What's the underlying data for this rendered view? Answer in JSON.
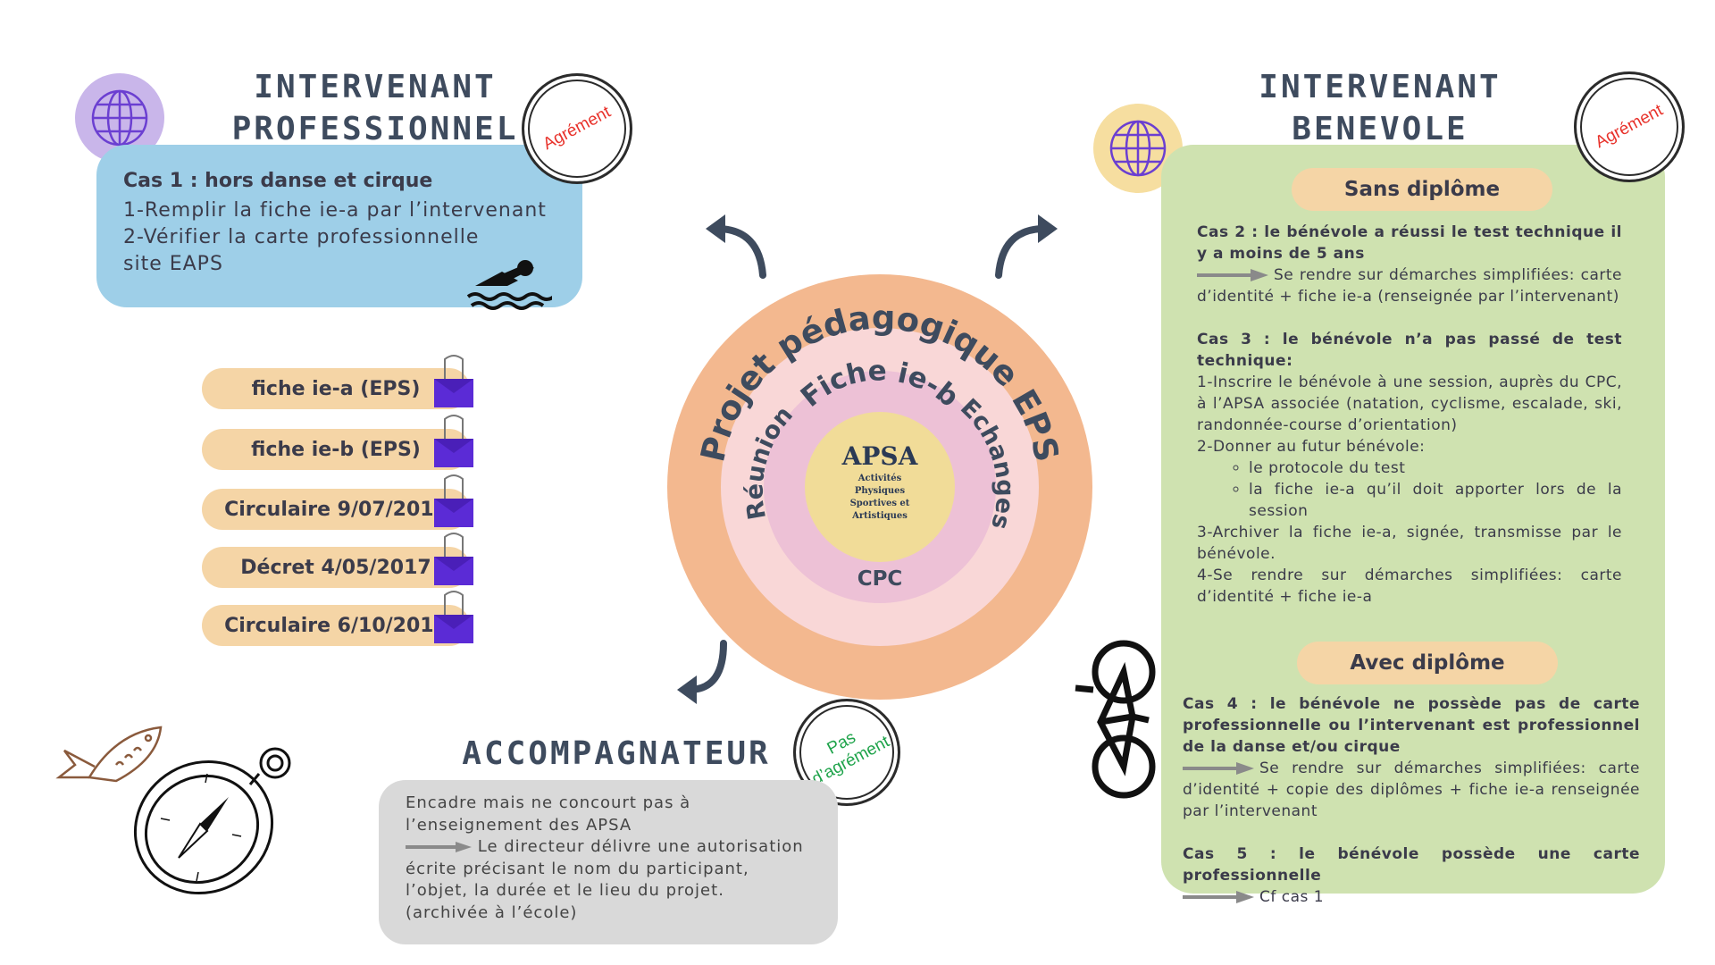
{
  "pro": {
    "heading_line1": "INTERVENANT",
    "heading_line2": "PROFESSIONNEL",
    "stamp": "Agrément",
    "case_title": "Cas 1 : hors danse et cirque",
    "line1": "1-Remplir la fiche ie-a par l’intervenant",
    "line2": "2-Vérifier la carte professionnelle",
    "line3": "site EAPS"
  },
  "documents": [
    "fiche ie-a (EPS)",
    "fiche ie-b (EPS)",
    "Circulaire 9/07/2014",
    "Décret 4/05/2017",
    "Circulaire 6/10/2017"
  ],
  "center": {
    "outer": "Projet pédagogique EPS",
    "ring2": "Fiche ie-b",
    "left": "Réunion",
    "right": "Echanges",
    "bottom": "CPC",
    "core_title": "APSA",
    "core_line1": "Activités",
    "core_line2": "Physiques",
    "core_line3": "Sportives et",
    "core_line4": "Artistiques"
  },
  "acc": {
    "heading": "ACCOMPAGNATEUR",
    "stamp_line1": "Pas",
    "stamp_line2": "d’agrément",
    "line1": "Encadre mais ne concourt pas à",
    "line2": "l’enseignement des APSA",
    "line3": "Le directeur délivre une autorisation",
    "line4": "écrite précisant le nom du participant,",
    "line5": "l’objet, la durée et le lieu du projet.",
    "line6": "(archivée à l’école)"
  },
  "ben": {
    "heading_line1": "INTERVENANT",
    "heading_line2": "BENEVOLE",
    "stamp": "Agrément",
    "pill1": "Sans diplôme",
    "cas2_title": "Cas 2 : le bénévole a réussi le test technique il y a moins de 5 ans",
    "cas2_text": "Se rendre sur démarches simplifiées: carte d’identité + fiche ie-a (renseignée par l’intervenant)",
    "cas3_title": "Cas 3 : le bénévole n’a pas passé de test technique:",
    "cas3_l1": "1-Inscrire le bénévole à une session, auprès du CPC, à l’APSA associée (natation, cyclisme, escalade, ski, randonnée-course d’orientation)",
    "cas3_l2": "2-Donner au futur bénévole:",
    "cas3_b1": "le protocole du test",
    "cas3_b2": "la fiche ie-a qu’il doit apporter lors de la session",
    "cas3_l3": "3-Archiver la fiche ie-a, signée, transmisse par le bénévole.",
    "cas3_l4": "4-Se rendre sur démarches simplifiées: carte d’identité +  fiche ie-a",
    "pill2": "Avec diplôme",
    "cas4_title": "Cas 4 : le bénévole ne possède pas de carte professionnelle ou l’intervenant est professionnel de la danse et/ou cirque",
    "cas4_text": "Se rendre sur démarches simplifiées: carte d’identité + copie des diplômes + fiche ie-a renseignée par l’intervenant",
    "cas5_title": "Cas 5 : le bénévole possède une carte professionnelle",
    "cas5_text": "Cf cas 1"
  },
  "colors": {
    "blue_box": "#9ecfe8",
    "green_box": "#cfe2b0",
    "gray_box": "#d9d9d9",
    "pill": "#f5d5a6",
    "outer_ring": "#f3b88f",
    "mid_ring": "#f9d7d7",
    "inner_ring": "#edc1d6",
    "core": "#f1dc98",
    "clip": "#5b2bd6",
    "stamp_red": "#e8322b",
    "stamp_green": "#1ea34a"
  },
  "icons": [
    "globe-icon",
    "swimmer-icon",
    "binder-clip-icon",
    "curved-arrow-icon",
    "fish-icon",
    "compass-icon",
    "bicycle-icon"
  ]
}
